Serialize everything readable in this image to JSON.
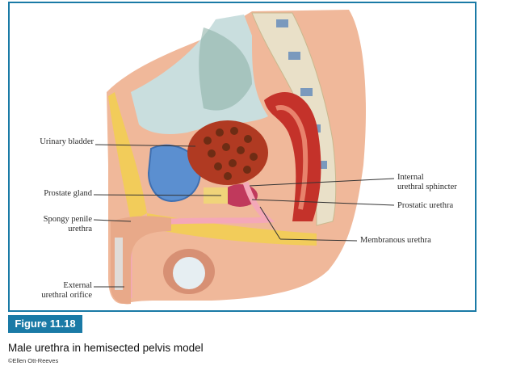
{
  "figure": {
    "badge": "Figure 11.18",
    "caption": "Male urethra in hemisected pelvis model",
    "credit": "©Ellen Ott-Reeves"
  },
  "labels": {
    "urinary_bladder": "Urinary bladder",
    "prostate_gland": "Prostate gland",
    "spongy_line1": "Spongy penile",
    "spongy_line2": "urethra",
    "external_line1": "External",
    "external_line2": "urethral orifice",
    "internal_line1": "Internal",
    "internal_line2": "urethral sphincter",
    "prostatic_urethra": "Prostatic urethra",
    "membranous_urethra": "Membranous urethra"
  },
  "colors": {
    "frame_border": "#1a7aa6",
    "badge_bg": "#1a7aa6",
    "badge_text": "#ffffff"
  }
}
